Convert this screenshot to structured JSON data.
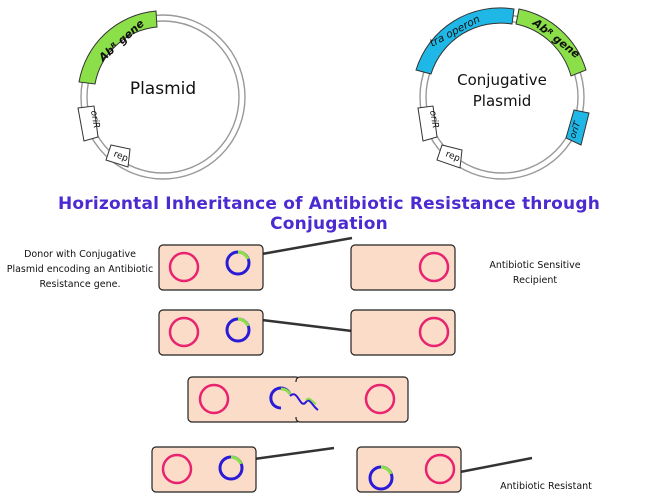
{
  "title": "Horizontal Inheritance of Antibiotic Resistance through Conjugation",
  "plasmid": {
    "name": "Plasmid",
    "segments": {
      "ab_r": "Abᴿ gene",
      "orir": "oriR",
      "rep": "rep"
    }
  },
  "conjugative_plasmid": {
    "name_line1": "Conjugative",
    "name_line2": "Plasmid",
    "segments": {
      "tra": "tra  operon",
      "ab_r": "Abᴿ gene",
      "orit": "oriT",
      "orir": "oriR",
      "rep": "rep"
    }
  },
  "captions": {
    "donor_line1": "Donor with Conjugative",
    "donor_line2": "Plasmid encoding an Antibiotic",
    "donor_line3": "Resistance gene.",
    "recipient_line1": "Antibiotic Sensitive",
    "recipient_line2": "Recipient",
    "resistant": "Antibiotic Resistant"
  },
  "colors": {
    "title": "#4b2bd1",
    "cell_fill": "#fbdcc8",
    "cell_stroke": "#222222",
    "chromosome": "#e8236f",
    "plasmid_ring": "#2a1bd6",
    "resistance_gene": "#8be04a",
    "tra_operon": "#1fb7e6"
  }
}
